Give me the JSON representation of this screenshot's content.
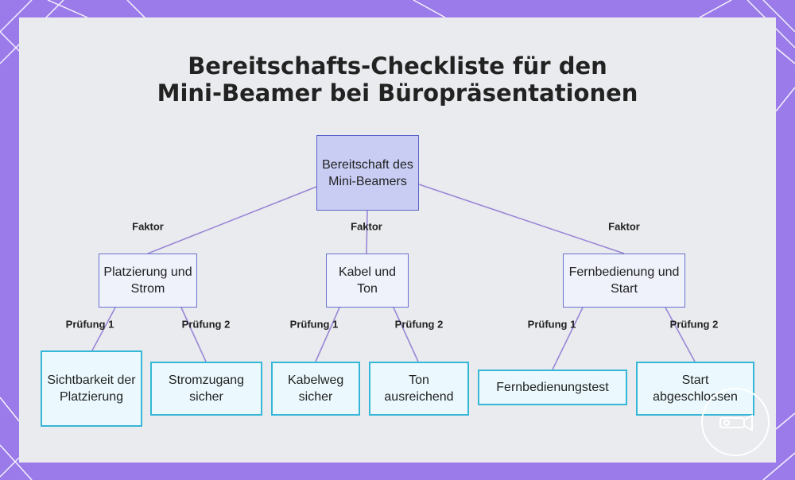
{
  "title": {
    "line1": "Bereitschafts-Checkliste für den",
    "line2": "Mini-Beamer bei Büropräsentationen"
  },
  "colors": {
    "frame": "#9b7bea",
    "panel": "#e9ebee",
    "connector": "#9a86d6",
    "root_fill": "#c9cdf4",
    "leaf_border": "#36b7d8"
  },
  "root": {
    "label": "Bereitschaft des Mini-Beamers"
  },
  "factors": [
    {
      "edge_label": "Faktor",
      "label": "Platzierung und Strom",
      "checks": [
        {
          "edge_label": "Prüfung 1",
          "label": "Sichtbarkeit der Platzierung"
        },
        {
          "edge_label": "Prüfung 2",
          "label": "Stromzugang sicher"
        }
      ]
    },
    {
      "edge_label": "Faktor",
      "label": "Kabel und Ton",
      "checks": [
        {
          "edge_label": "Prüfung 1",
          "label": "Kabelweg sicher"
        },
        {
          "edge_label": "Prüfung 2",
          "label": "Ton ausreichend"
        }
      ]
    },
    {
      "edge_label": "Faktor",
      "label": "Fernbedienung und Start",
      "checks": [
        {
          "edge_label": "Prüfung 1",
          "label": "Fernbedienungstest"
        },
        {
          "edge_label": "Prüfung 2",
          "label": "Start abgeschlossen"
        }
      ]
    }
  ],
  "logo": {
    "icon": "projector-logo-icon"
  }
}
